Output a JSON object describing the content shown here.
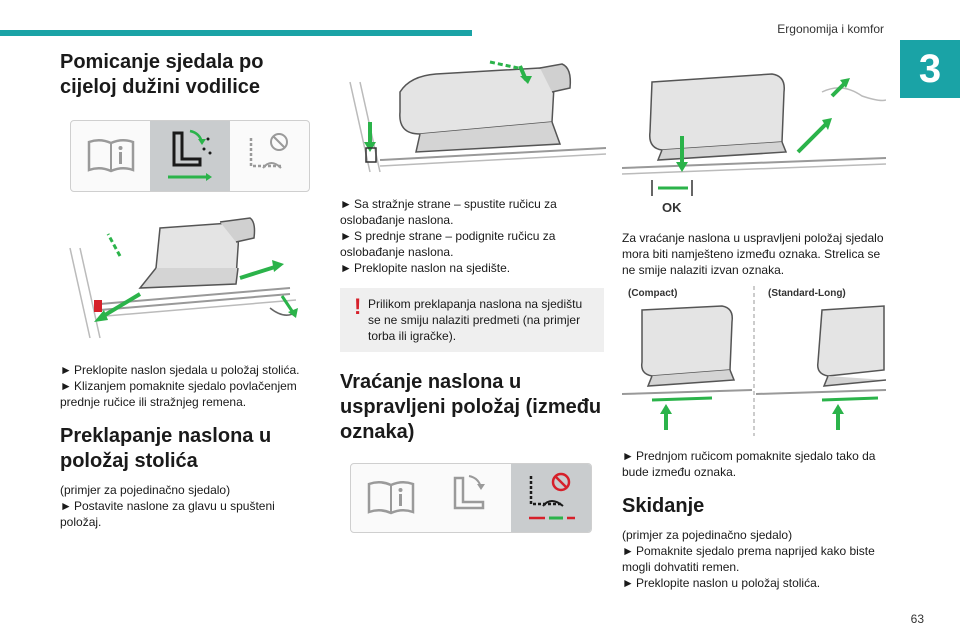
{
  "header": {
    "section_title": "Ergonomija i komfor",
    "chapter_number": "3",
    "page_number": "63"
  },
  "colors": {
    "accent": "#1aa3a6",
    "arrow": "#2bb34a",
    "warning": "#d6202a"
  },
  "col1": {
    "title": "Pomicanje sjedala po cijeloj dužini vodilice",
    "steps": [
      "Preklopite naslon sjedala u položaj stolića.",
      "Klizanjem pomaknite sjedalo povlačenjem prednje ručice ili stražnjeg remena."
    ],
    "section2_title": "Preklapanje naslona u položaj stolića",
    "section2_note": "(primjer za pojedinačno sjedalo)",
    "section2_steps": [
      "Postavite naslone za glavu u spušteni položaj."
    ]
  },
  "col2": {
    "steps": [
      "Sa stražnje strane – spustite ručicu za oslobađanje naslona.",
      "S prednje strane – podignite ručicu za oslobađanje naslona.",
      "Preklopite naslon na sjedište."
    ],
    "warning": "Prilikom preklapanja naslona na sjedištu se ne smiju nalaziti predmeti (na primjer torba ili igračke).",
    "section_title": "Vraćanje naslona u uspravljeni položaj (između oznaka)"
  },
  "col3": {
    "ok_label": "OK",
    "intro": "Za vraćanje naslona u uspravljeni položaj sjedalo mora biti namješteno između oznaka. Strelica se ne smije nalaziti izvan oznaka.",
    "label_compact": "(Compact)",
    "label_standard": "(Standard-Long)",
    "steps": [
      "Prednjom ručicom pomaknite sjedalo tako da bude između oznaka."
    ],
    "section_title": "Skidanje",
    "section_note": "(primjer za pojedinačno sjedalo)",
    "section_steps": [
      "Pomaknite sjedalo prema naprijed kako biste mogli dohvatiti remen.",
      "Preklopite naslon u položaj stolića."
    ]
  },
  "icons": {
    "bullet": "►",
    "book": "book-icon",
    "seat": "seat-icon",
    "no_objects": "no-objects-icon",
    "warning": "warning-icon"
  }
}
